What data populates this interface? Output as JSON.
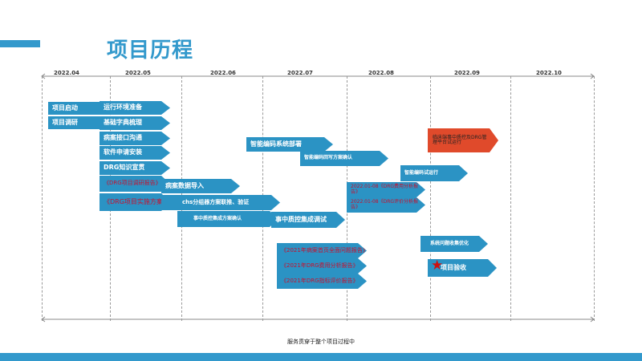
{
  "page_title": "项目历程",
  "months": [
    "2022.04",
    "2022.05",
    "2022.06",
    "2022.07",
    "2022.08",
    "2022.09",
    "2022.10"
  ],
  "tasks": {
    "kickoff": "项目启动",
    "survey": "项目调研",
    "env_prep": "运行环境准备",
    "dict_review": "基础字典梳理",
    "emr_interface": "病案接口沟通",
    "software_apply": "软件申请安装",
    "drg_training": "DRG知识宣贯",
    "drg_survey_report": "《DRG项目调研报告》",
    "drg_impl_plan": "《DRG项目实施方案》",
    "emr_import": "病案数据导入",
    "chs_grouping": "chs分组器方案联推、验证",
    "in_event_plan": "事中质控集成方案确认",
    "in_event_integration": "事中质控集成调试",
    "smart_coding_deploy": "智能编码系统部署",
    "smart_coding_writeback": "智能编码回写方案确认",
    "smart_coding_trial": "智能编码试运行",
    "drg_cost_report_0108": "2022.01-08《DRG费用分析报告》",
    "drg_eval_report_0108": "2022.01-08《DRG评价分析报告》",
    "clinical_trial": "临床端事中质控及DRG管理平台试运行",
    "sys_optimization": "系统问题收集优化",
    "acceptance": "项目验收",
    "report_2021_homepage": "《2021年病案首页全面问题报告》",
    "report_2021_cost": "《2021年DRG费用分析报告》",
    "report_2021_eval": "《2021年DRG指标评价报告》"
  },
  "footer_note": "服务贯穿于整个项目过程中",
  "colors": {
    "accent": "#3399cc",
    "task_blue": "#2b93c4",
    "milestone_red": "#e04a2b",
    "report_text_red": "#c8102e"
  }
}
